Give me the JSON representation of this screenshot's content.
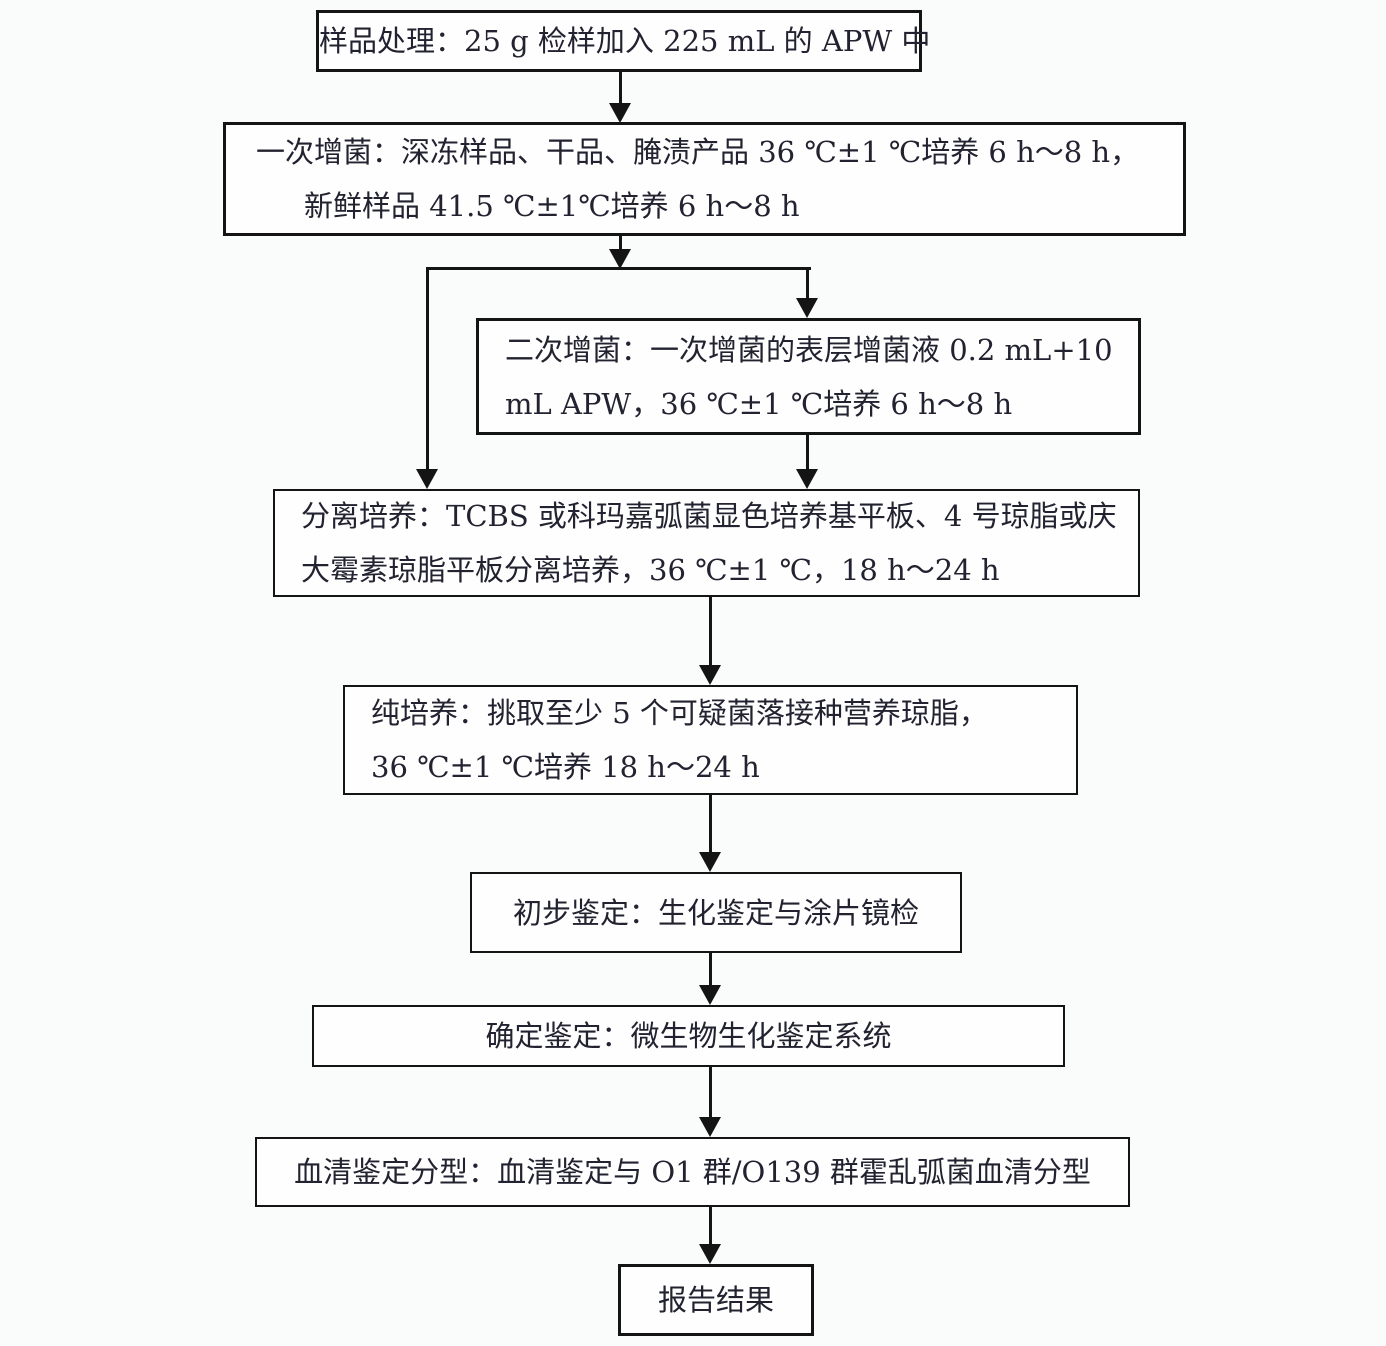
{
  "page": {
    "background": "#fafbfb"
  },
  "colors": {
    "line": "#141414",
    "box_border": "#141414",
    "text": "#222230",
    "box_background": "#fefefe"
  },
  "flowchart": {
    "type": "vertical-flow-with-branch",
    "nodes": [
      {
        "id": "sample-processing",
        "lines": [
          "样品处理：25 g 检样加入 225 mL 的 APW 中"
        ]
      },
      {
        "id": "primary-enrichment",
        "lines": [
          "一次增菌：深冻样品、干品、腌渍产品 36 ℃±1 ℃培养 6 h～8 h，",
          "新鲜样品 41.5 ℃±1℃培养 6 h～8 h"
        ]
      },
      {
        "id": "secondary-enrichment",
        "lines": [
          "二次增菌：一次增菌的表层增菌液 0.2 mL+10",
          "mL APW，36 ℃±1 ℃培养 6 h～8 h"
        ]
      },
      {
        "id": "isolation-culture",
        "lines": [
          "分离培养：TCBS 或科玛嘉弧菌显色培养基平板、4 号琼脂或庆",
          "大霉素琼脂平板分离培养，36 ℃±1 ℃，18 h～24 h"
        ]
      },
      {
        "id": "pure-culture",
        "lines": [
          "纯培养：挑取至少 5 个可疑菌落接种营养琼脂，",
          "36 ℃±1 ℃培养 18 h～24 h"
        ]
      },
      {
        "id": "preliminary-identification",
        "lines": [
          "初步鉴定：生化鉴定与涂片镜检"
        ]
      },
      {
        "id": "confirmed-identification",
        "lines": [
          "确定鉴定：微生物生化鉴定系统"
        ]
      },
      {
        "id": "serological-typing",
        "lines": [
          "血清鉴定分型：血清鉴定与 O1 群/O139 群霍乱弧菌血清分型"
        ]
      },
      {
        "id": "report-results",
        "lines": [
          "报告结果"
        ]
      }
    ],
    "edges": [
      "sample-processing -> primary-enrichment",
      "primary-enrichment -> isolation-culture",
      "primary-enrichment -> secondary-enrichment",
      "secondary-enrichment -> isolation-culture",
      "isolation-culture -> pure-culture",
      "pure-culture -> preliminary-identification",
      "preliminary-identification -> confirmed-identification",
      "confirmed-identification -> serological-typing",
      "serological-typing -> report-results"
    ]
  }
}
